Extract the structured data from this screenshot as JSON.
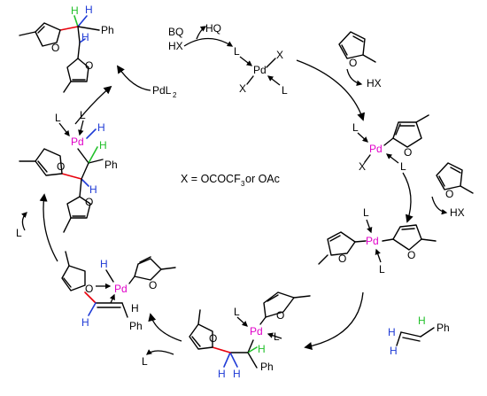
{
  "labels": {
    "bq": "BQ",
    "hx_top": "HX",
    "hq": "HQ",
    "pdl2": "PdL",
    "pdl2_sub": "2",
    "hx_right": "HX",
    "hx_right2": "HX",
    "legend": "X = OCOCF",
    "legend_sub": "3",
    "legend_rest": " or OAc"
  },
  "atoms": {
    "pd": "Pd",
    "l": "L",
    "x": "X",
    "o": "O",
    "h": "H",
    "ph": "Ph"
  },
  "colors": {
    "palladium": "#e000c8",
    "new_bond": "#e8000b",
    "hydrogen_blue": "#1f3bd6",
    "hydrogen_green": "#22c02a"
  }
}
